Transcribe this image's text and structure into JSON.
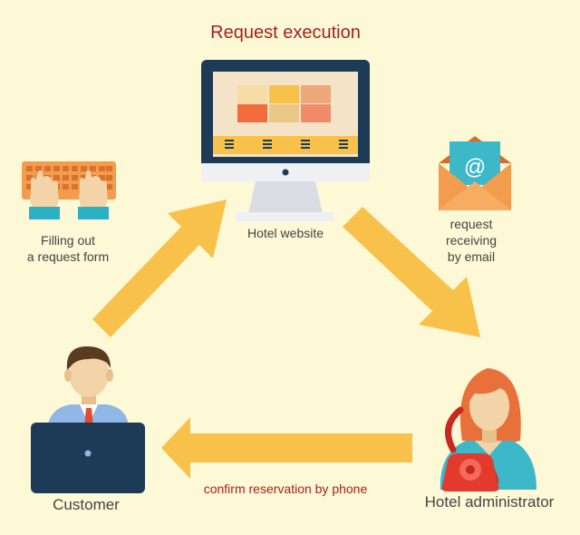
{
  "diagram": {
    "title": "Request execution",
    "nodes": {
      "website": "Hotel website",
      "form_line1": "Filling out",
      "form_line2": "a request form",
      "email_line1": "request",
      "email_line2": "receiving",
      "email_line3": "by email",
      "customer": "Customer",
      "administrator": "Hotel administrator"
    },
    "edges": {
      "phone": "confirm reservation by phone"
    },
    "email_symbol": "@"
  },
  "icons": [
    "monitor-icon",
    "keyboard-icon",
    "envelope-icon",
    "customer-icon",
    "administrator-icon",
    "telephone-icon"
  ],
  "colors": {
    "background": "#fdf8d6",
    "arrow": "#f8c24a",
    "monitor": "#1d3a57",
    "accent_red": "#a8201a",
    "envelope": "#f39c4e",
    "teal": "#3cb8c8"
  }
}
